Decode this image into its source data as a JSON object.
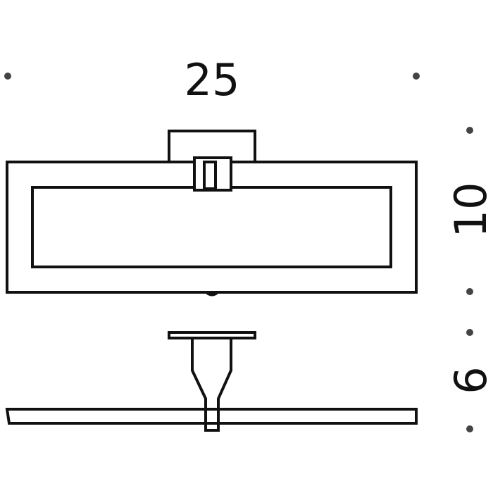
{
  "dimensions": {
    "width_label": "25",
    "height_label": "10",
    "depth_label": "6"
  },
  "colors": {
    "line": "#111111",
    "marker": "#444444",
    "background": "#ffffff"
  }
}
